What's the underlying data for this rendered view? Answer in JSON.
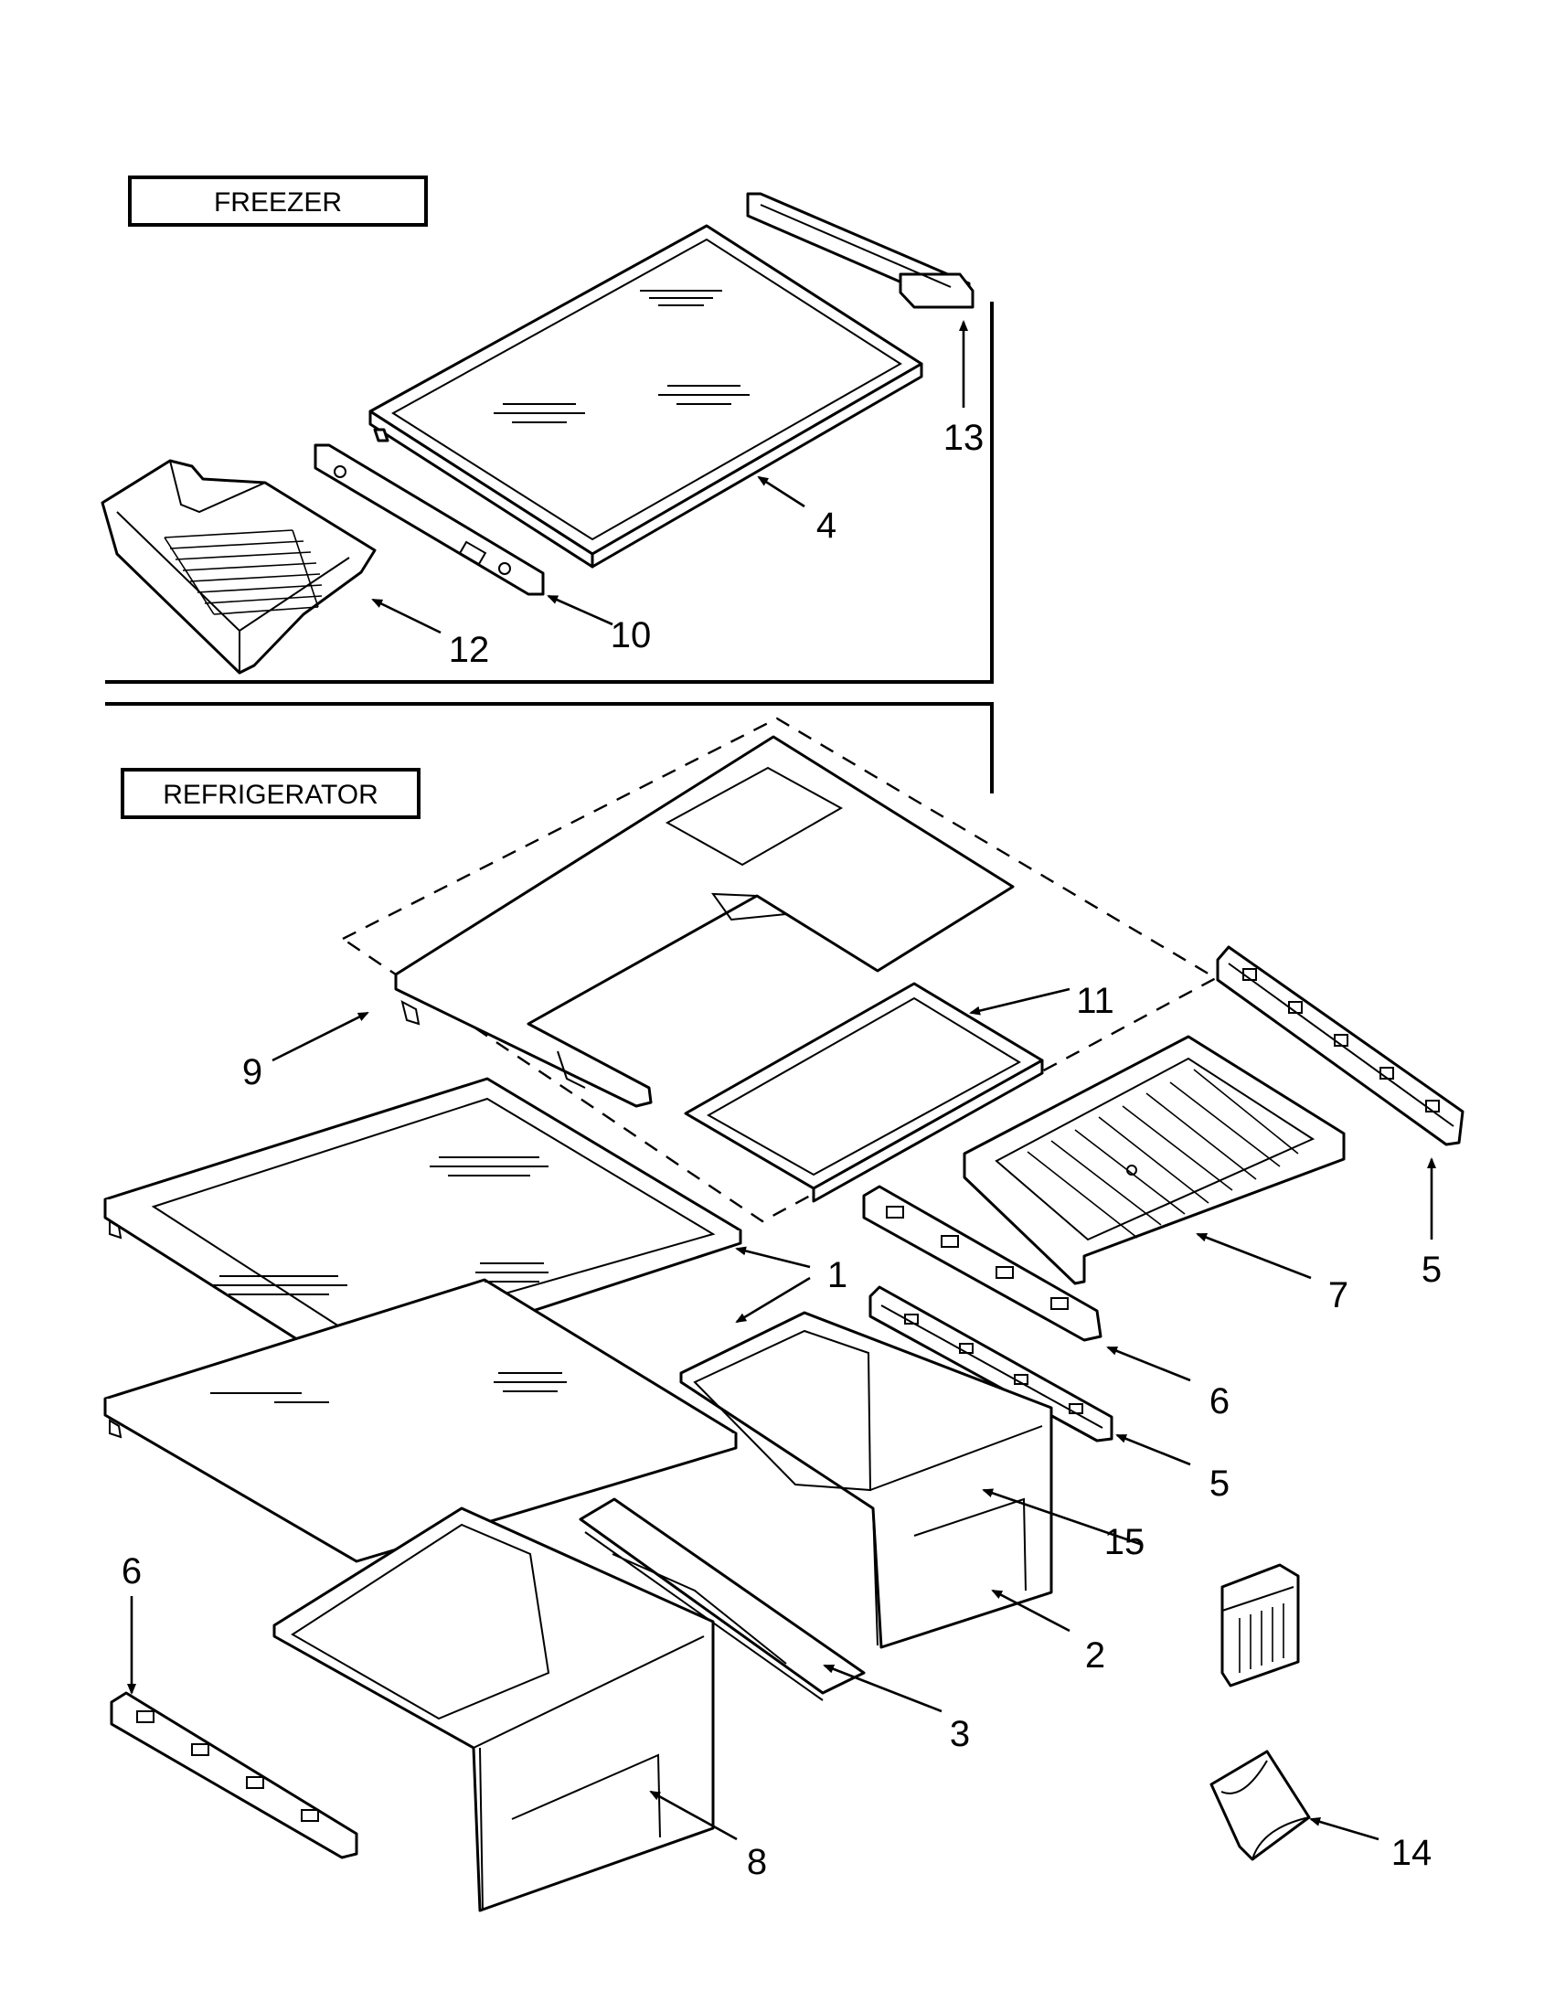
{
  "sections": {
    "freezer": "FREEZER",
    "refrigerator": "REFRIGERATOR"
  },
  "callouts": {
    "c1": "1",
    "c2": "2",
    "c3": "3",
    "c4": "4",
    "c5a": "5",
    "c5b": "5",
    "c6a": "6",
    "c6b": "6",
    "c7": "7",
    "c8": "8",
    "c9": "9",
    "c10": "10",
    "c11": "11",
    "c12": "12",
    "c13": "13",
    "c14": "14",
    "c15": "15"
  }
}
